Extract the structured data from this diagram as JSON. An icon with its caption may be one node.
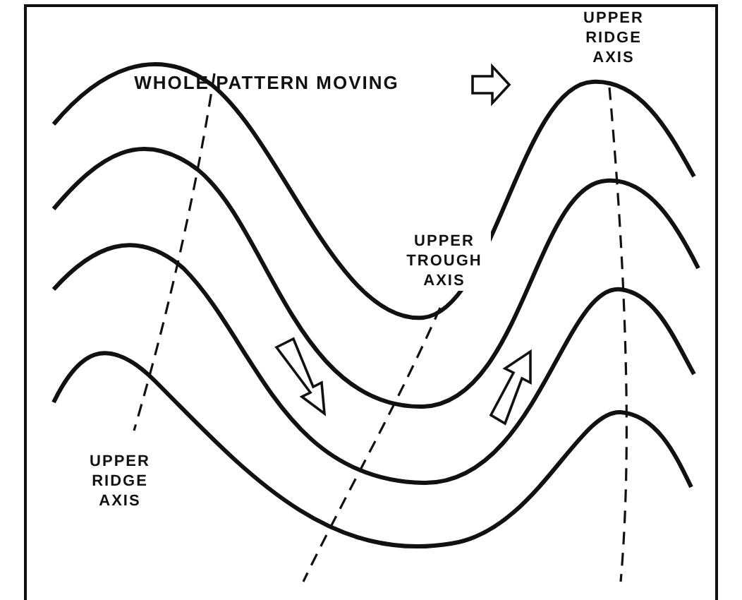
{
  "diagram": {
    "labels": [
      "UPPER RIDGE AXIS",
      "WHOLE PATTERN MOVING",
      "UPPER TROUGH AXIS",
      "UPPER RIDGE AXIS"
    ]
  }
}
